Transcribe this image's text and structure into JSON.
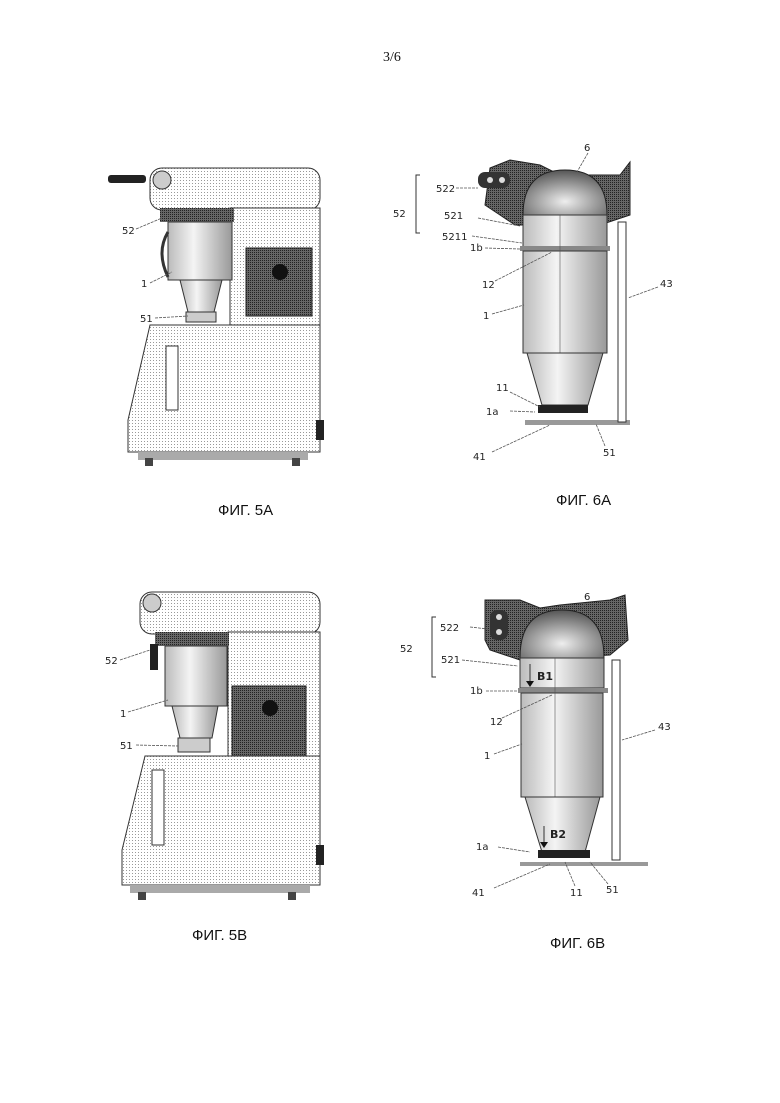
{
  "page_number": "3/6",
  "figures": {
    "fig5a": {
      "caption": "ФИГ. 5А",
      "labels": {
        "l52": "52",
        "l1": "1",
        "l51": "51"
      }
    },
    "fig6a": {
      "caption": "ФИГ. 6А",
      "labels": {
        "l6": "6",
        "l522": "522",
        "l52": "52",
        "l521": "521",
        "l5211": "5211",
        "l1b": "1b",
        "l12": "12",
        "l43": "43",
        "l1": "1",
        "l11": "11",
        "l1a": "1a",
        "l41": "41",
        "l51": "51"
      }
    },
    "fig5b": {
      "caption": "ФИГ. 5В",
      "labels": {
        "l52": "52",
        "l1": "1",
        "l51": "51"
      }
    },
    "fig6b": {
      "caption": "ФИГ. 6В",
      "labels": {
        "l6": "6",
        "l522": "522",
        "l52": "52",
        "l521": "521",
        "lB1": "B1",
        "l1b": "1b",
        "l12": "12",
        "l43": "43",
        "l1": "1",
        "lB2": "B2",
        "l1a": "1a",
        "l41": "41",
        "l11": "11",
        "l51": "51"
      }
    }
  }
}
